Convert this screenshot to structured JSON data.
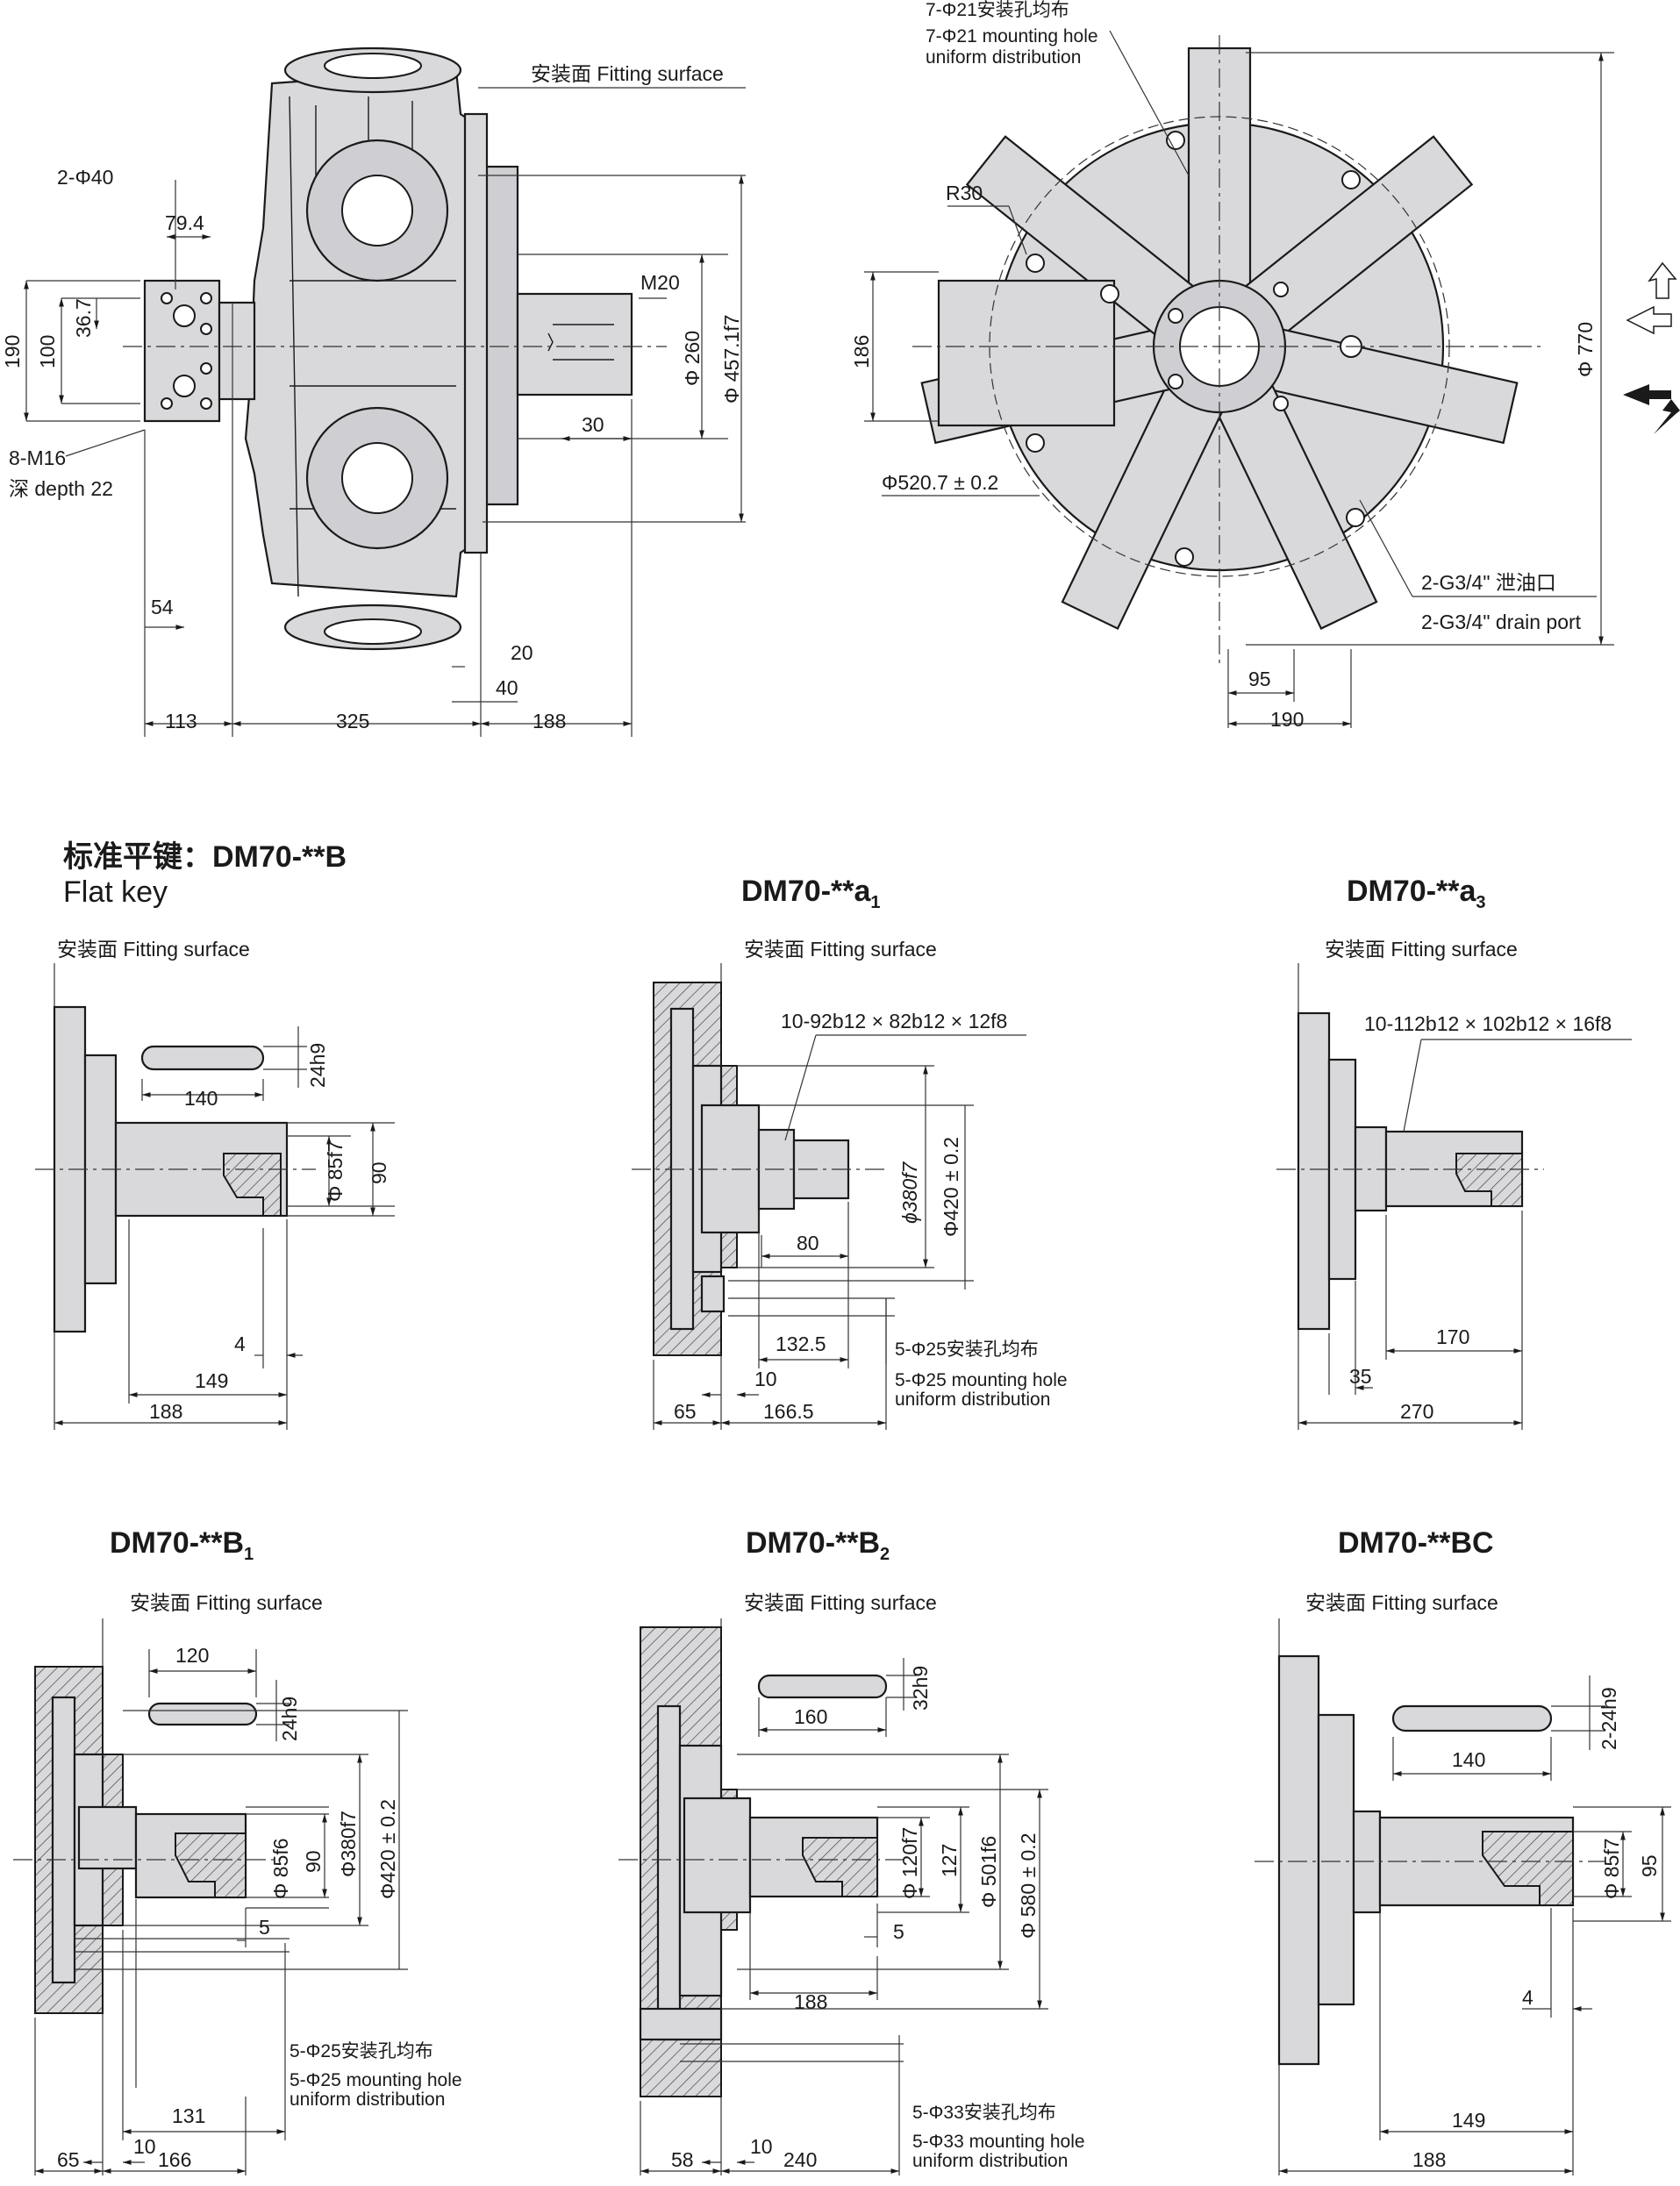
{
  "main_views": {
    "front": {
      "fitting_surface": "安装面 Fitting surface",
      "labels": [
        "2-Φ40",
        "79.4",
        "36.7",
        "100",
        "190",
        "8-M16",
        "深 depth 22",
        "54",
        "113",
        "325",
        "188",
        "20",
        "40",
        "30",
        "M20",
        "Φ 260",
        "Φ 457.1f7"
      ]
    },
    "side": {
      "mounting_cn": "7-Φ21安装孔均布",
      "mounting_en1": "7-Φ21 mounting hole",
      "mounting_en2": "uniform distribution",
      "labels": [
        "R30",
        "186",
        "Φ520.7 ± 0.2",
        "95",
        "190",
        "Φ 770"
      ],
      "drain_cn": "2-G3/4\" 泄油口",
      "drain_en": "2-G3/4\" drain port"
    }
  },
  "variants": [
    {
      "title_cn": "标准平键：DM70-**B",
      "title_en": "Flat key",
      "fitting_surface": "安装面 Fitting surface",
      "labels": [
        "140",
        "24h9",
        "Φ 85f7",
        "90",
        "4",
        "149",
        "188"
      ]
    },
    {
      "title_main": "DM70-**a",
      "title_sub": "1",
      "fitting_surface": "安装面 Fitting surface",
      "spline": "10-92b12 × 82b12 × 12f8",
      "labels": [
        "ϕ380f7",
        "Φ420 ± 0.2",
        "80",
        "132.5",
        "10",
        "65",
        "166.5"
      ],
      "mount_cn": "5-Φ25安装孔均布",
      "mount_en1": "5-Φ25 mounting hole",
      "mount_en2": "uniform distribution"
    },
    {
      "title_main": "DM70-**a",
      "title_sub": "3",
      "fitting_surface": "安装面 Fitting surface",
      "spline": "10-112b12 × 102b12 × 16f8",
      "labels": [
        "170",
        "35",
        "270"
      ]
    },
    {
      "title_main": "DM70-**B",
      "title_sub": "1",
      "fitting_surface": "安装面 Fitting surface",
      "labels": [
        "120",
        "24h9",
        "Φ 85f6",
        "90",
        "Φ380f7",
        "Φ420 ± 0.2",
        "5",
        "131",
        "10",
        "65",
        "166"
      ],
      "mount_cn": "5-Φ25安装孔均布",
      "mount_en1": "5-Φ25 mounting hole",
      "mount_en2": "uniform distribution"
    },
    {
      "title_main": "DM70-**B",
      "title_sub": "2",
      "fitting_surface": "安装面 Fitting surface",
      "labels": [
        "160",
        "32h9",
        "Φ 120f7",
        "127",
        "Φ 501f6",
        "Φ 580 ± 0.2",
        "5",
        "188",
        "10",
        "58",
        "240"
      ],
      "mount_cn": "5-Φ33安装孔均布",
      "mount_en1": "5-Φ33 mounting hole",
      "mount_en2": "uniform distribution"
    },
    {
      "title_main": "DM70-**BC",
      "title_sub": "",
      "fitting_surface": "安装面 Fitting surface",
      "labels": [
        "140",
        "2-24h9",
        "Φ 85f7",
        "95",
        "4",
        "149",
        "188"
      ]
    }
  ],
  "colors": {
    "fill": "#d9d9dc",
    "line": "#1a1a1a"
  }
}
